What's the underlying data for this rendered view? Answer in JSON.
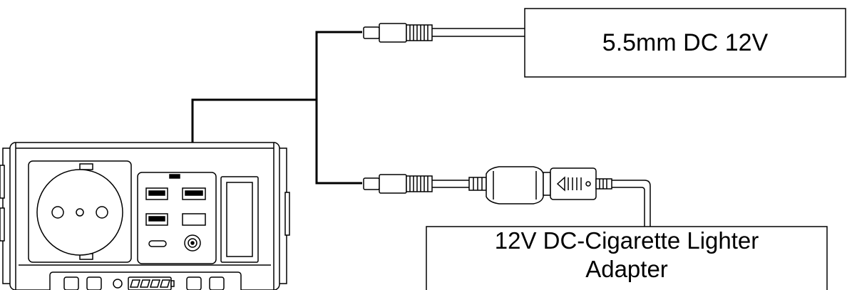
{
  "labels": {
    "dc_output": "5.5mm DC 12V",
    "cigarette_adapter_line1": "12V DC-Cigarette Lighter",
    "cigarette_adapter_line2": "Adapter"
  }
}
